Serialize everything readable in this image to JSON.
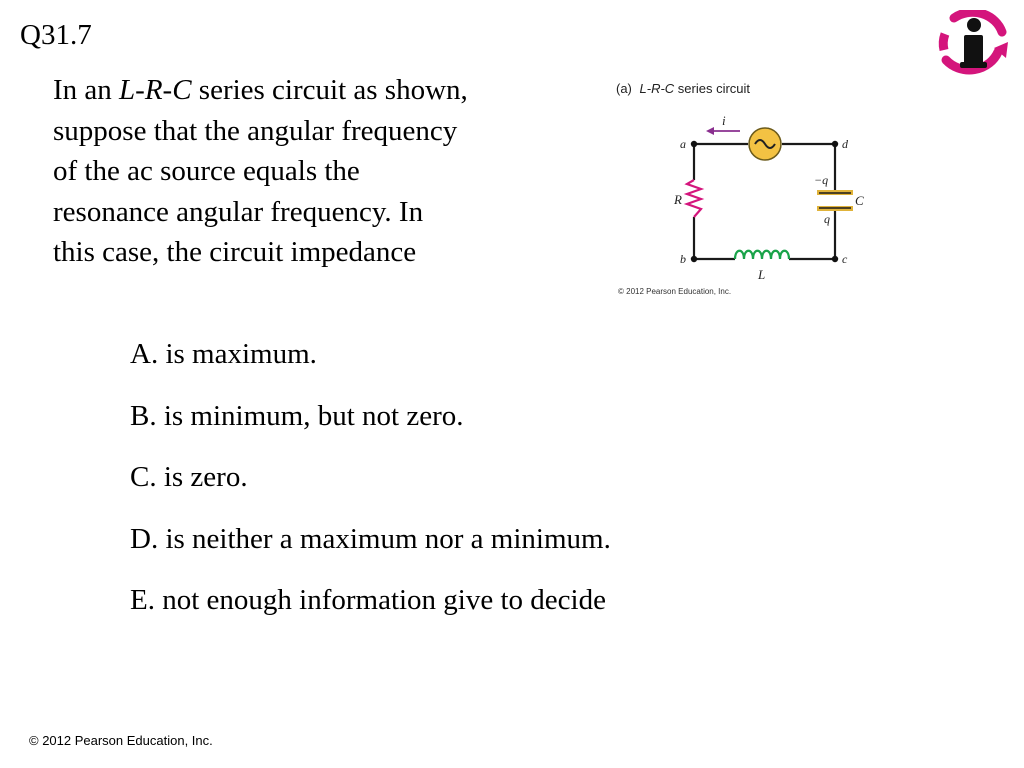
{
  "header": {
    "question_number": "Q31.7",
    "logo_icon": "clicker-info-icon",
    "logo_color": "#d4157c"
  },
  "question": {
    "prefix": "In an ",
    "circuit_name": "L-R-C",
    "line1_rest": " series circuit as shown,",
    "line2": "suppose that the angular frequency",
    "line3": "of the ac source equals the",
    "line4": "resonance angular frequency. In",
    "line5": "this case, the circuit impedance"
  },
  "figure": {
    "caption_tag": "(a)",
    "caption_name": "L-R-C",
    "caption_text": " series circuit",
    "labels": {
      "a": "a",
      "b": "b",
      "c": "c",
      "d": "d",
      "current": "i",
      "resistor": "R",
      "inductor": "L",
      "capacitor": "C",
      "charge_top": "−q",
      "charge_bottom": "q"
    },
    "copyright": "© 2012 Pearson Education, Inc.",
    "colors": {
      "wire": "#1a1a1a",
      "resistor": "#d4157c",
      "inductor": "#1aa34a",
      "capacitor": "#e0b33a",
      "source_fill": "#f3c243",
      "current_arrow": "#8a2f8f"
    }
  },
  "answers": [
    {
      "text": "A. is maximum."
    },
    {
      "text": "B. is minimum, but not zero."
    },
    {
      "text": "C. is zero."
    },
    {
      "text": "D. is neither a maximum nor a minimum."
    },
    {
      "text": "E. not enough information give to decide"
    }
  ],
  "footer": {
    "copyright": "© 2012 Pearson Education, Inc."
  }
}
